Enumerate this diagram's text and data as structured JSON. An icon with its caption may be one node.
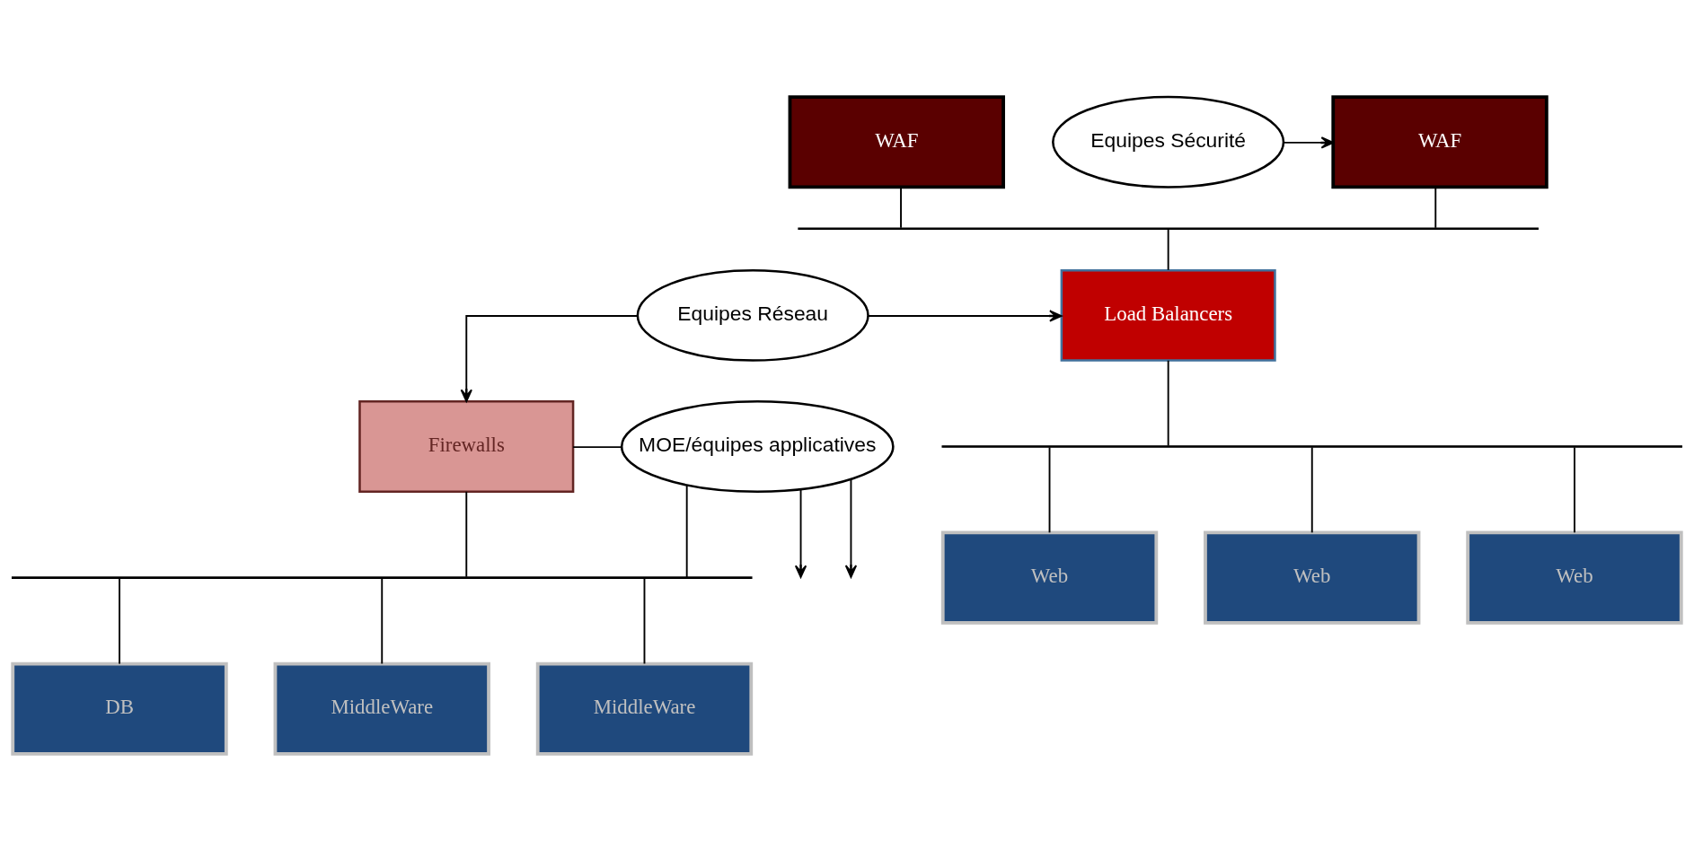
{
  "diagram": {
    "nodes": [
      {
        "text": [
          "WAF"
        ]
      },
      {
        "text": [
          "WAF"
        ]
      },
      {
        "text": [
          "Equipes Sécurité"
        ]
      },
      {
        "text": [],
        "shape": "bar"
      },
      {
        "text": [
          "Load Balancers"
        ]
      },
      {
        "text": [
          "Equipes Réseau"
        ]
      },
      {
        "text": [],
        "shape": "bar"
      },
      {
        "text": [
          "Web"
        ]
      },
      {
        "text": [
          "Web"
        ]
      },
      {
        "text": [
          "Web"
        ]
      },
      {
        "text": [
          "MOE/équipes applicatives"
        ]
      },
      {
        "text": [
          "Firewalls"
        ]
      },
      {
        "text": [],
        "shape": "bar"
      },
      {
        "text": [
          "DB"
        ]
      },
      {
        "text": [
          "MiddleWare"
        ]
      },
      {
        "text": [
          "MiddleWare"
        ]
      }
    ],
    "edges": [
      {
        "from": 2,
        "to": 1,
        "arrow": "to"
      },
      {
        "from": 0,
        "to": 3,
        "arrow": "none"
      },
      {
        "from": 1,
        "to": 3,
        "arrow": "none"
      },
      {
        "from": 3,
        "to": 4,
        "arrow": "none"
      },
      {
        "from": 5,
        "to": 4,
        "arrow": "to"
      },
      {
        "from": 4,
        "to": 6,
        "arrow": "none"
      },
      {
        "from": 6,
        "to": 7,
        "arrow": "none"
      },
      {
        "from": 6,
        "to": 8,
        "arrow": "none"
      },
      {
        "from": 6,
        "to": 9,
        "arrow": "none"
      },
      {
        "from": 5,
        "to": 11,
        "arrow": "to"
      },
      {
        "from": 10,
        "to": null,
        "arrow": "to"
      },
      {
        "from": 10,
        "to": 11,
        "arrow": "none"
      },
      {
        "from": 10,
        "to": 12,
        "arrow": "none"
      },
      {
        "from": 12,
        "to": 11,
        "arrow": "none"
      },
      {
        "from": 12,
        "to": 13,
        "arrow": "none"
      },
      {
        "from": 12,
        "to": 14,
        "arrow": "none"
      },
      {
        "from": 12,
        "to": 15,
        "arrow": "none"
      },
      {
        "from": 10,
        "to": null,
        "arrow": "to"
      }
    ]
  }
}
